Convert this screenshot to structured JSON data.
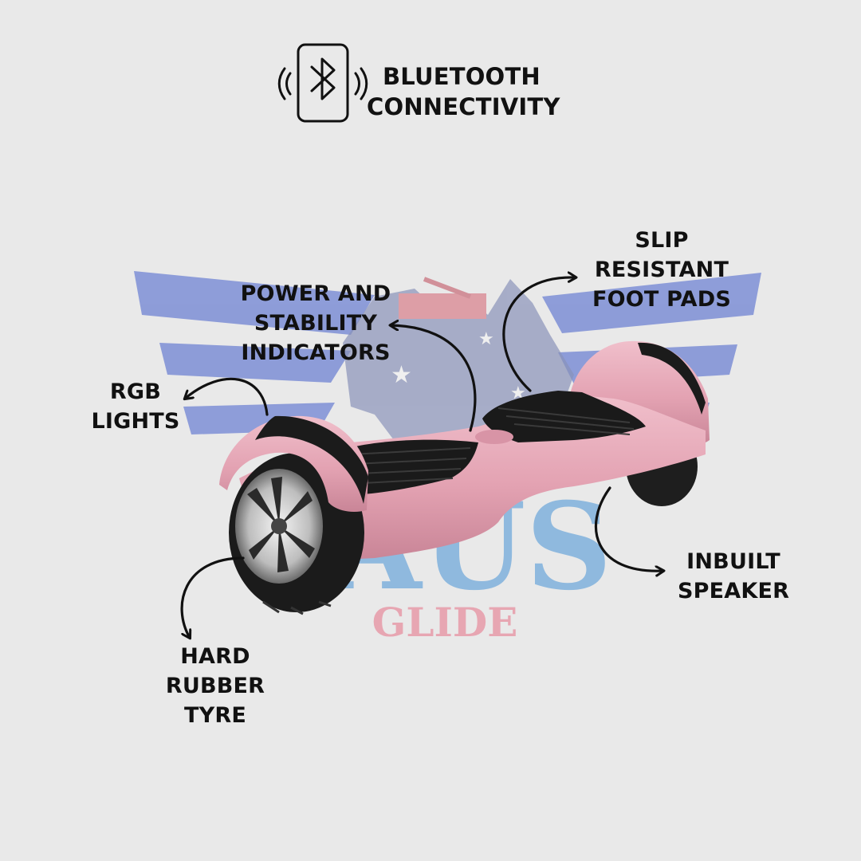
{
  "header": {
    "icon": "bluetooth-phone-icon",
    "title_lines": [
      "BLUETOOTH",
      "CONNECTIVITY"
    ]
  },
  "callouts": {
    "power": [
      "POWER AND",
      "STABILITY",
      "INDICATORS"
    ],
    "slip": [
      "SLIP",
      "RESISTANT",
      "FOOT PADS"
    ],
    "rgb": [
      "RGB",
      "LIGHTS"
    ],
    "speaker": [
      "INBUILT",
      "SPEAKER"
    ],
    "tyre": [
      "HARD",
      "RUBBER",
      "TYRE"
    ]
  },
  "watermark": {
    "brand_top": "AUS",
    "brand_bottom": "GLIDE"
  },
  "colors": {
    "background": "#e9e9e9",
    "hoverboard_body": "#e3a2b2",
    "wing_blue": "#7e8fd6",
    "brand_blue": "#8fb9de",
    "brand_pink": "#e7a6b2",
    "label_text": "#111111"
  }
}
